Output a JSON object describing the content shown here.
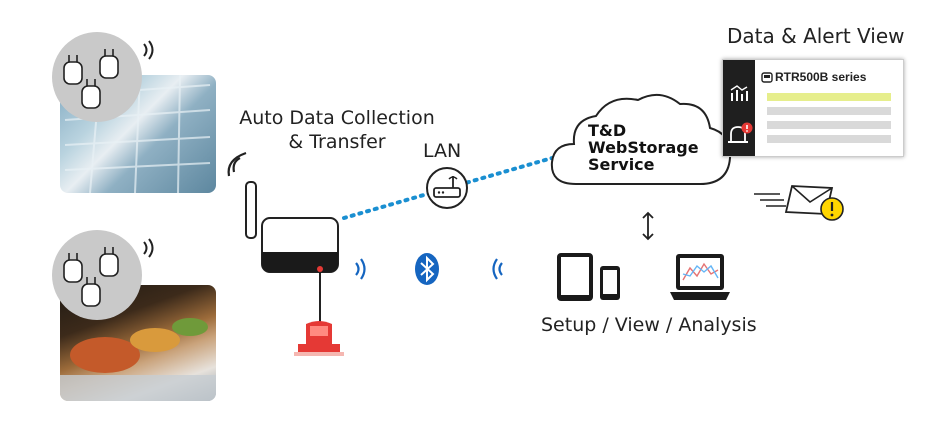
{
  "labels": {
    "auto_collection_line1": "Auto Data Collection",
    "auto_collection_line2": "& Transfer",
    "lan": "LAN",
    "data_alert_view": "Data & Alert View",
    "setup_view_analysis": "Setup / View / Analysis"
  },
  "cloud": {
    "line1": "T&D",
    "line2": "WebStorage",
    "line3": "Service"
  },
  "panel": {
    "series_label": "RTR500B series",
    "highlight_color": "#e6ee8c",
    "sidebar_color": "#1f1f1f",
    "row_color": "#d9d9d9"
  },
  "colors": {
    "lan_dots": "#1a8fd1",
    "bluetooth": "#1565c0",
    "alert": "#e53935",
    "warning": "#ffd600"
  },
  "icons": [
    "wifi-icon",
    "bluetooth-icon",
    "router-icon",
    "tablet-icon",
    "phone-icon",
    "laptop-icon",
    "envelope-icon",
    "warning-icon",
    "alarm-light-icon",
    "chart-icon",
    "alarm-icon"
  ]
}
